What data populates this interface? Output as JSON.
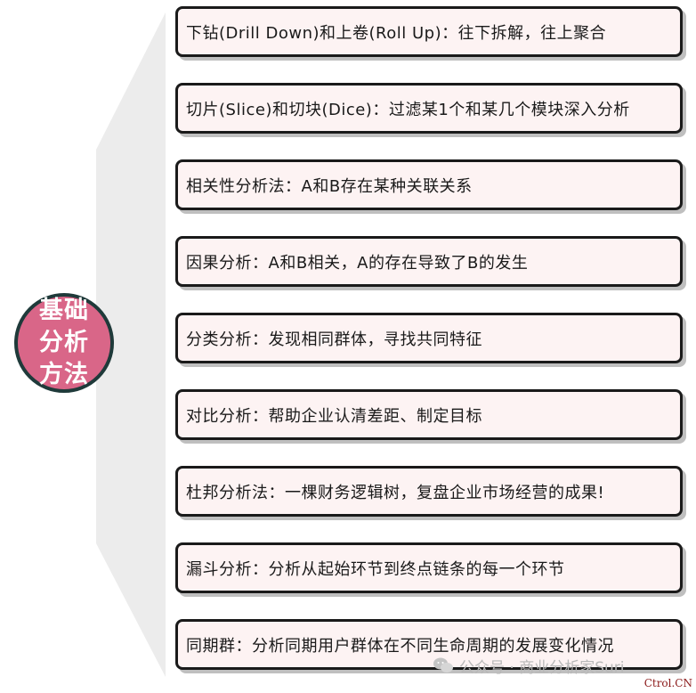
{
  "center": {
    "title": "基础分析方法",
    "color": "#d96688",
    "border_color": "#1f3a3a"
  },
  "items": [
    {
      "text": "下钻(Drill Down)和上卷(Roll Up)：往下拆解，往上聚合"
    },
    {
      "text": "切片(Slice)和切块(Dice)：过滤某1个和某几个模块深入分析"
    },
    {
      "text": "相关性分析法：A和B存在某种关联关系"
    },
    {
      "text": "因果分析：A和B相关，A的存在导致了B的发生"
    },
    {
      "text": "分类分析：发现相同群体，寻找共同特征"
    },
    {
      "text": "对比分析：帮助企业认清差距、制定目标"
    },
    {
      "text": "杜邦分析法：一棵财务逻辑树，复盘企业市场经营的成果!"
    },
    {
      "text": "漏斗分析：分析从起始环节到终点链条的每一个环节"
    },
    {
      "text": "同期群：分析同期用户群体在不同生命周期的发展变化情况"
    }
  ],
  "watermark": {
    "icon": "wechat-icon",
    "text": "公众号 · 商业分析家Suri"
  },
  "corner_mark": "Ctrol.CN",
  "colors": {
    "box_fill": "#fdf3f3",
    "box_border": "#1a1a1a",
    "bracket_fill": "#ececec"
  }
}
